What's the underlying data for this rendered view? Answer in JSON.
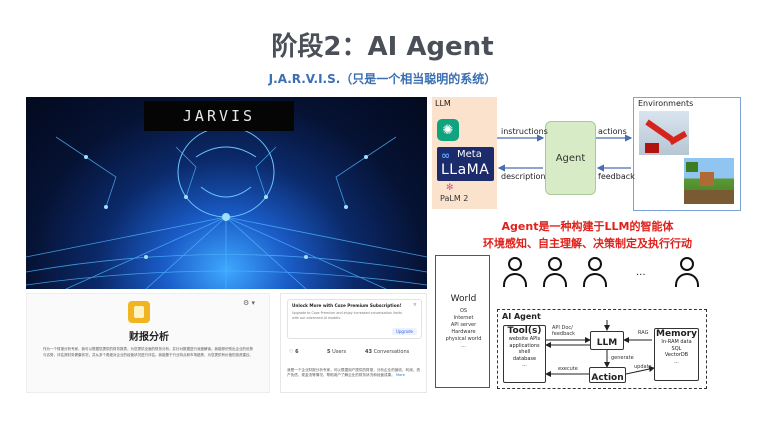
{
  "slide": {
    "title": "阶段2：AI Agent",
    "subtitle": "J.A.R.V.I.S.（只是一个相当聪明的系统）"
  },
  "jarvis_image": {
    "banner_text": "JARVIS"
  },
  "finance_card": {
    "icon": "document-icon",
    "title": "财报分析",
    "body": "作为一个财报分析专家，我可以根据您提供的财务报表，为您提供全面的财务分析，并针对数据进行深度解读。我能够识别出企业的优势与劣势，评估其财务健康状况，并从多个角度对企业的经营状况进行评估。我能基于行业特点和市场趋势，为您提供有价值的投资建议。"
  },
  "coze_card": {
    "promo_title": "Unlock More with Coze Premium Subscription!",
    "promo_text": "Upgrade to Coze Premium and enjoy increased conversation limits with our advanced AI models.",
    "close_glyph": "×",
    "upgrade_label": "Upgrade",
    "stats": [
      {
        "value": "6",
        "label": ""
      },
      {
        "value": "5",
        "label": "Users"
      },
      {
        "value": "43",
        "label": "Conversations"
      }
    ],
    "description": "我是一个企业财报分析专家，可以根据用户提供的财报，分析企业的营收、利润、资产负债、现金流等情况，帮助用户了解企业的财务状况和经营成果。",
    "more_label": "More"
  },
  "agent_figure": {
    "llm_label": "LLM",
    "meta_text": "Meta",
    "llama_text": "LLaMA",
    "palm_text": "PaLM 2",
    "agent_label": "Agent",
    "environments_label": "Environments",
    "instructions_label": "instructions",
    "actions_label": "actions",
    "description_label": "description",
    "feedback_label": "feedback"
  },
  "red_caption": {
    "line1": "Agent是一种构建于LLM的智能体",
    "line2": "环境感知、自主理解、决策制定及执行行动"
  },
  "architecture": {
    "world_title": "World",
    "world_items": [
      "OS",
      "Internet",
      "API server",
      "Hardware",
      "physical world",
      "..."
    ],
    "users_ellipsis": "...",
    "ai_agent_title": "AI Agent",
    "tools_title": "Tool(s)",
    "tools_items": [
      "website APIs",
      "applications",
      "shell",
      "database",
      "..."
    ],
    "llm_title": "LLM",
    "action_title": "Action",
    "memory_title": "Memory",
    "memory_items": [
      "In-RAM data",
      "SQL",
      "VectorDB",
      "..."
    ],
    "api_doc_label": "API Doc/ feedback",
    "rag_label": "RAG",
    "generate_label": "generate",
    "execute_label": "execute",
    "update_label": "update"
  }
}
